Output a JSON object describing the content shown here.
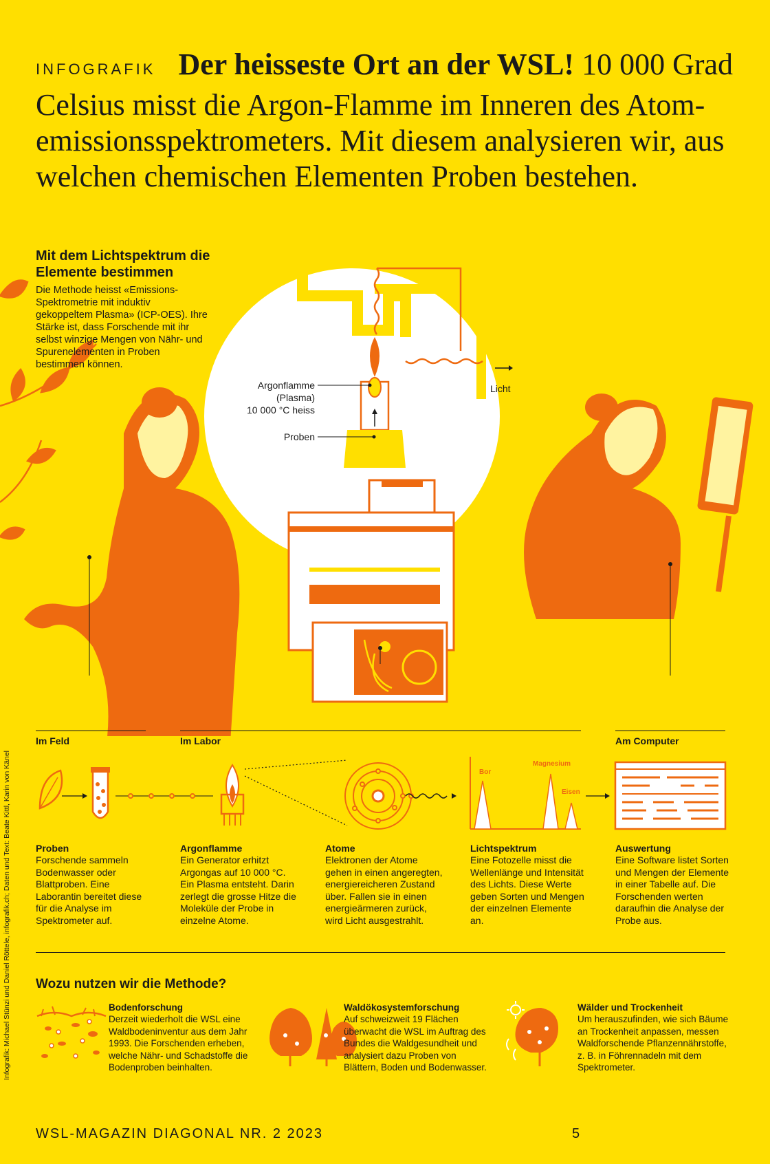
{
  "header": {
    "kicker": "INFOGRAFIK",
    "headline_bold": "Der heisseste Ort an der WSL!",
    "headline_rest": " 10 000 Grad Celsius misst die Argon-Flamme im Inneren des Atom­emissionsspektrometers. Mit diesem analysieren wir, aus welchen chemischen Elementen Proben bestehen."
  },
  "intro": {
    "title": "Mit dem Lichtspektrum die Elemente bestimmen",
    "text": "Die Methode heisst «Emissions-Spektrometrie mit induktiv gekoppeltem Plasma» (ICP-OES). Ihre Stärke ist, dass Forschende mit ihr selbst winzige Mengen von Nähr- und Spurenelementen in Proben bestimmen können."
  },
  "illustration": {
    "label_flame_1": "Argonflamme",
    "label_flame_2": "(Plasma)",
    "label_flame_3": "10 000 °C heiss",
    "label_samples": "Proben",
    "label_light": "Licht"
  },
  "sections": {
    "field": "Im Feld",
    "lab": "Im Labor",
    "computer": "Am Computer"
  },
  "spectrum_labels": {
    "bor": "Bor",
    "magnesium": "Magnesium",
    "eisen": "Eisen"
  },
  "steps": [
    {
      "title": "Proben",
      "text": "Forschende sammeln Bodenwasser oder Blattproben. Eine Laborantin bereitet diese für die Analyse im Spektrometer auf."
    },
    {
      "title": "Argonflamme",
      "text": "Ein Generator erhitzt Argongas auf 10 000 °C. Ein Plasma entsteht. Darin zerlegt die grosse Hitze die Moleküle der Probe in einzelne Atome."
    },
    {
      "title": "Atome",
      "text": "Elektronen der Atome gehen in einen angeregten, energiereicheren Zustand über. Fallen sie in einen energieärmeren zurück, wird Licht ausgestrahlt."
    },
    {
      "title": "Lichtspektrum",
      "text": "Eine Fotozelle misst die Wellenlänge und Intensität des Lichts. Diese Werte geben Sorten und Mengen der einzelnen Elemente an."
    },
    {
      "title": "Auswertung",
      "text": "Eine Software listet Sorten und Mengen der Elemente in einer Tabelle auf. Die Forschenden werten daraufhin die Analyse der Probe aus."
    }
  ],
  "uses": {
    "heading": "Wozu nutzen wir die Methode?",
    "items": [
      {
        "title": "Bodenforschung",
        "text": "Derzeit wiederholt die WSL eine Waldbodeninventur aus dem Jahr 1993. Die Forschenden erheben, welche Nähr- und Schadstoffe die Bodenproben beinhalten."
      },
      {
        "title": "Waldökosystemforschung",
        "text": "Auf schweizweit 19 Flächen überwacht die WSL im Auftrag des Bundes die Waldgesundheit und analysiert dazu Proben von Blättern, Boden und Bodenwasser."
      },
      {
        "title": "Wälder und Trockenheit",
        "text": "Um herauszufinden, wie sich Bäume an Trockenheit anpassen, messen Waldforschende Pflanzennährstoffe, z. B. in Föhrennadeln mit dem Spektrometer."
      }
    ]
  },
  "footer": {
    "magazine": "WSL-MAGAZIN DIAGONAL NR. 2 2023",
    "page": "5"
  },
  "credit": "Infografik: Michael Stünzi und Daniel Röttele, infografik.ch; Daten und Text: Beate Kittl, Karin von Känel",
  "colors": {
    "background": "#FFDF00",
    "orange": "#EE6A10",
    "ink": "#1a1a1a",
    "white": "#FFFFFF"
  }
}
